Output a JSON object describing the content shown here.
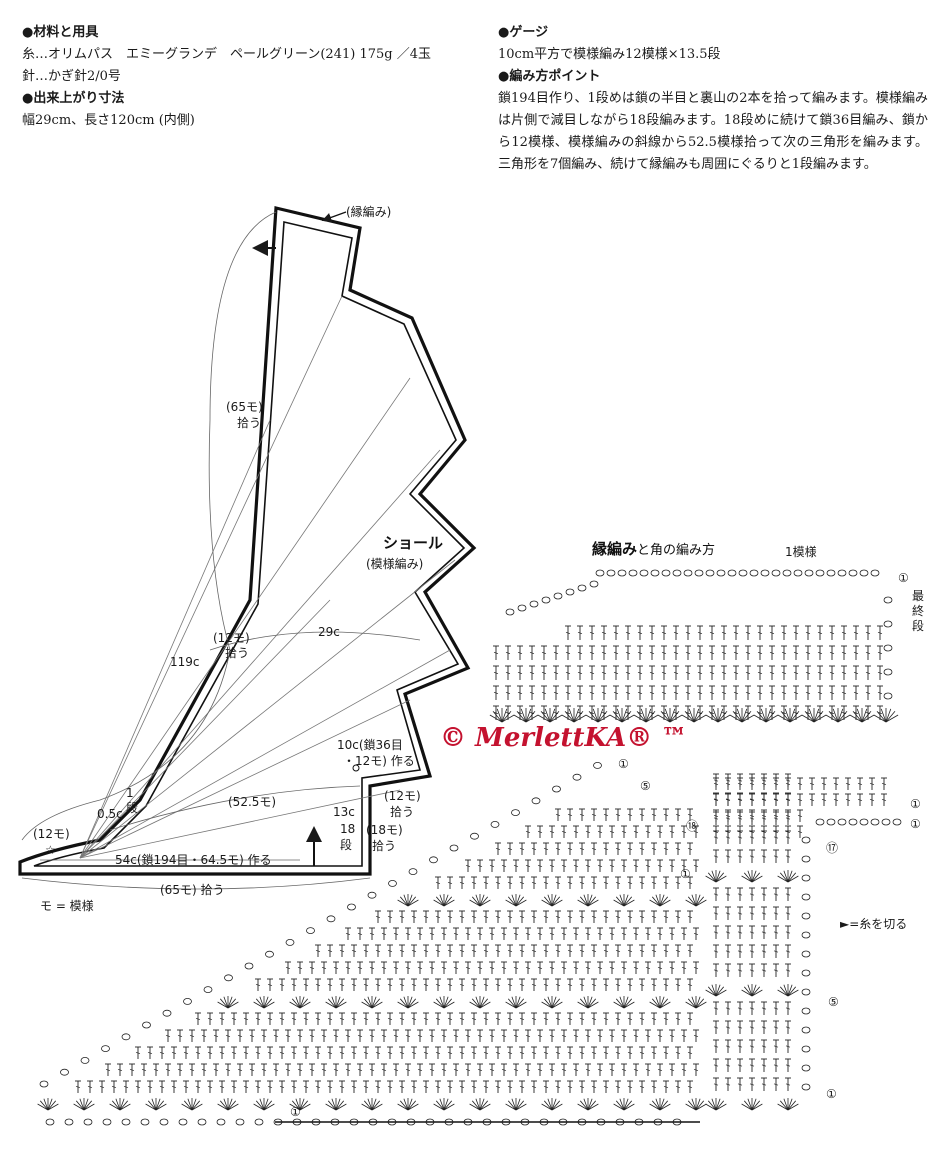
{
  "info_left": {
    "materials_heading": "●材料と用具",
    "yarn_line": "糸…オリムパス　エミーグランデ　ペールグリーン(241) 175g ／4玉",
    "hook_line": "針…かぎ針2/0号",
    "size_heading": "●出来上がり寸法",
    "size_line": "幅29cm、長さ120cm (内側)"
  },
  "info_right": {
    "gauge_heading": "●ゲージ",
    "gauge_line": "10cm平方で模様編み12模様×13.5段",
    "points_heading": "●編み方ポイント",
    "points_text": "鎖194目作り、1段めは鎖の半目と裏山の2本を拾って編みます。模様編みは片側で減目しながら18段編みます。18段めに続けて鎖36目編み、鎖から12模様、模様編みの斜線から52.5模様拾って次の三角形を編みます。三角形を7個編み、続けて縁編みも周囲にぐるりと1段編みます。"
  },
  "shawl_diagram": {
    "edging_label": "(縁編み)",
    "shawl_title": "ショール",
    "shawl_subtitle": "(模様編み)",
    "pick_65_top_a": "(65モ)",
    "pick_65_top_b": "拾う",
    "pick_12_a": "(12モ)",
    "pick_12_b": "拾う",
    "width_29": "29c",
    "length_119": "119c",
    "chain_10_a": "10c(鎖36目",
    "chain_10_b": "・12モ) 作る",
    "len_525": "(52.5モ)",
    "row_1_a": "1",
    "row_1_b": "段",
    "half_cm": "0.5c",
    "twelve_mo_left": "(12モ)",
    "star": "☆",
    "cm_13": "13c",
    "rows_18_a": "18",
    "rows_18_b": "段",
    "pick_12_right_a": "(12モ)",
    "pick_12_right_b": "拾う",
    "pick_18_a": "(18モ)",
    "pick_18_b": "拾う",
    "base_chain": "54c(鎖194目・64.5モ) 作る",
    "bottom_pick": "(65モ) 拾う",
    "legend": "モ = 模様"
  },
  "edging_chart": {
    "title_bold": "縁編み",
    "title_rest": "と角の編み方",
    "motif_label": "1模様",
    "row_one": "①",
    "final_row_a": "最",
    "final_row_b": "終",
    "final_row_c": "段"
  },
  "stitch_chart": {
    "row_5": "⑤",
    "row_1": "①",
    "row_18": "⑱",
    "row_17": "⑰",
    "cut_legend": "►=糸を切る"
  },
  "watermark": "© MerlettKA® ™",
  "colors": {
    "ink": "#1a1a1a",
    "watermark": "#c4122f"
  }
}
